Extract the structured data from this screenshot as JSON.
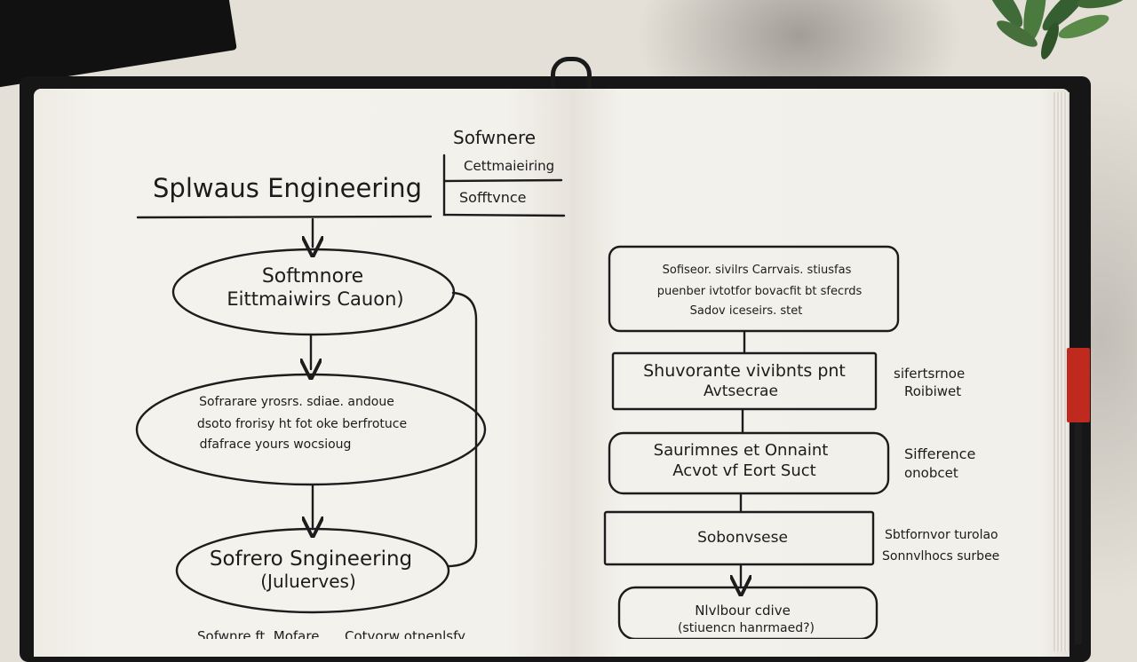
{
  "photo": {
    "subject": "open-notebook",
    "colors": {
      "ink": "#1c1c1c",
      "paper": "#f3f1ec",
      "ribbon": "#c02a1e",
      "wall": "#e4e0d8"
    }
  },
  "left_page": {
    "header_title": "Splwaus Engineering",
    "corner_box": {
      "top": "Sofwnere",
      "middle": "Cettmaieiring",
      "bottom": "Sofftvnce"
    },
    "oval_1": {
      "line1": "Softmnore",
      "line2": "Eittmaiwirs Cauon)"
    },
    "oval_2": {
      "line1": "Sofrarare yrosrs. sdiae. andoue",
      "line2": "dsoto frorisy ht fot oke berfrotuce",
      "line3": "dfafrace yours wocsioug"
    },
    "oval_3": {
      "line1": "Sofrero Sngineering",
      "line2": "(Juluerves)"
    },
    "bottom_note_left": "Sofwnre ft. Mofare",
    "bottom_note_right": "Cotvorw otnenlsfy"
  },
  "right_page": {
    "box_1": {
      "line1": "Sofiseor. sivilrs Carrvais. stiusfas",
      "line2": "puenber ivtotfor bovacfit bt sfecrds",
      "line3": "Sadov iceseirs. stet"
    },
    "box_2": {
      "line1": "Shuvorante vivibnts pnt",
      "line2": "Avtsecrae"
    },
    "box_3": {
      "line1": "Saurimnes et Onnaint",
      "line2": "Acvot vf Eort Suct"
    },
    "box_4": {
      "line1": "Sobonvsese"
    },
    "box_5": {
      "line1": "Nlvlbour cdive",
      "line2": "(stiuencn hanrmaed?)"
    },
    "side_note_1": {
      "line1": "sifertsrnoe",
      "line2": "Roibiwet"
    },
    "side_note_2": {
      "line1": "Sifference",
      "line2": "onobcet"
    },
    "side_note_3": {
      "line1": "Sbtfornvor turolao",
      "line2": "Sonnvlhocs surbee"
    }
  }
}
